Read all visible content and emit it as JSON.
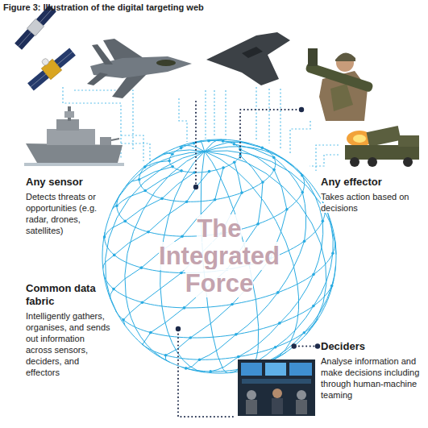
{
  "diagram": {
    "title": "Figure 3: Illustration of the digital targeting web",
    "nodes": [
      {
        "text": [
          "The Integrated Force"
        ]
      },
      {
        "text": [
          "Any sensor",
          "Detects threats or opportunities (e.g. radar, drones, satellites)"
        ]
      },
      {
        "text": [
          "Any effector",
          "Takes action based on decisions"
        ]
      },
      {
        "text": [
          "Common data fabric",
          "Intelligently gathers, organises, and sends out information across sensors, deciders, and effectors"
        ]
      },
      {
        "text": [
          "Deciders",
          "Analyse information and make decisions including through human-machine teaming"
        ]
      }
    ],
    "edges": [
      {
        "from": 4,
        "to": 0,
        "arrow": "none"
      }
    ]
  }
}
